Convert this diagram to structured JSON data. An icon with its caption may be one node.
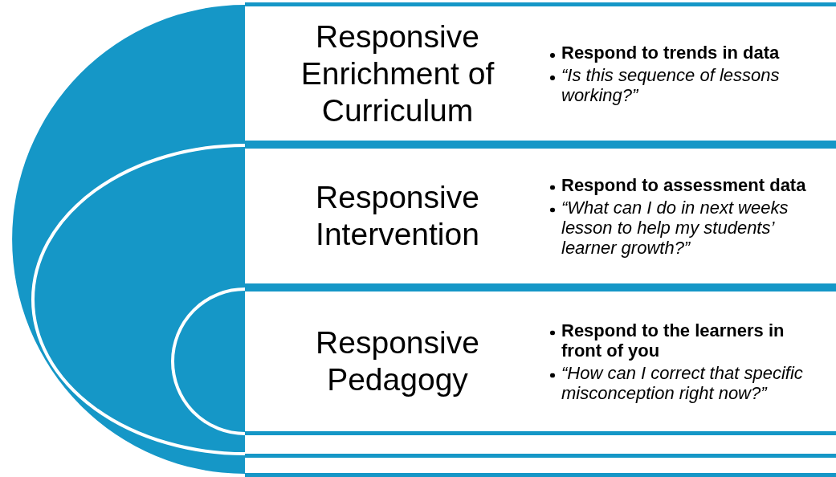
{
  "diagram": {
    "nodes": [
      {
        "text": [
          "Responsive Enrichment of Curriculum",
          "Respond to trends in data",
          "“Is this sequence of lessons working?”"
        ]
      },
      {
        "text": [
          "Responsive Intervention",
          "Respond to assessment data",
          "“What can I do in next weeks lesson to help my students’ learner growth?”"
        ]
      },
      {
        "text": [
          "Responsive Pedagogy",
          "Respond to the learners in front of you",
          "“How can I correct that specific misconception right now?”"
        ]
      }
    ]
  }
}
